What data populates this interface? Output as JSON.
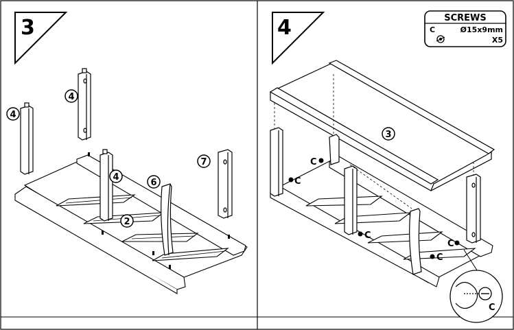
{
  "steps": [
    {
      "number": "3",
      "callouts": [
        "4",
        "4",
        "4",
        "6",
        "7",
        "2"
      ]
    },
    {
      "number": "4",
      "callouts": [
        "3"
      ],
      "hardware_labels": [
        "C",
        "C",
        "C",
        "C",
        "C"
      ],
      "detail_label": "C"
    }
  ],
  "screws_box": {
    "title": "SCREWS",
    "letter": "C",
    "size": "Ø15x9mm",
    "qty": "X5"
  }
}
